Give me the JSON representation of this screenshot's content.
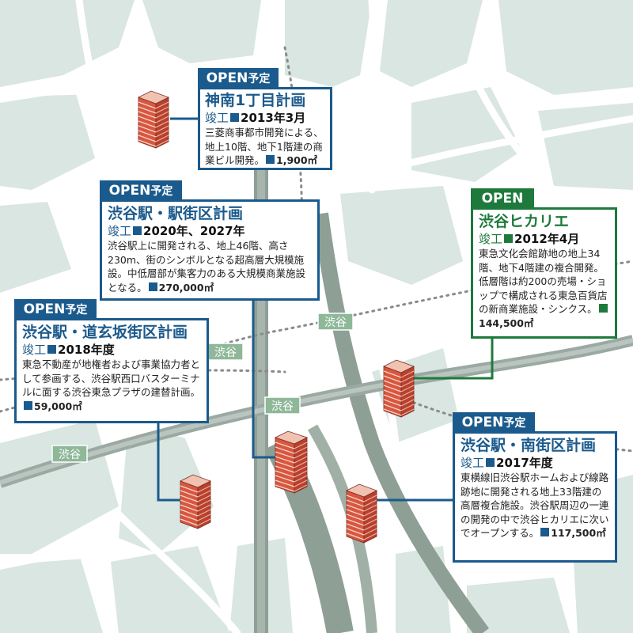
{
  "colors": {
    "background": "#ffffff",
    "road": "#d9e6e2",
    "rail": "#8e9f96",
    "dotted_line": "#8a8a8a",
    "blue_accent": "#1b5a8c",
    "green_accent": "#1e7a3c",
    "building_front": "#d9563f",
    "station_label_bg": "#8fb899"
  },
  "icons": {
    "building": "building-icon",
    "bullet": "square-bullet"
  },
  "station_labels": [
    "渋谷",
    "渋谷",
    "渋谷",
    "渋谷"
  ],
  "projects": [
    {
      "id": "jinnan",
      "status": "OPEN",
      "status_suffix": "予定",
      "name": "神南1丁目計画",
      "completion_label": "竣工",
      "completion_date": "2013年3月",
      "description": "三菱商事都市開発による、地上10階、地下1階建の商業ビル開発。",
      "floor_area": "1,900㎡",
      "color": "#1b5a8c"
    },
    {
      "id": "station-block",
      "status": "OPEN",
      "status_suffix": "予定",
      "name": "渋谷駅・駅街区計画",
      "completion_label": "竣工",
      "completion_date": "2020年、2027年",
      "description": "渋谷駅上に開発される、地上46階、高さ230m、街のシンボルとなる超高層大規模施設。中低層部が集客力のある大規模商業施設となる。",
      "floor_area": "270,000㎡",
      "color": "#1b5a8c"
    },
    {
      "id": "dogenzaka",
      "status": "OPEN",
      "status_suffix": "予定",
      "name": "渋谷駅・道玄坂街区計画",
      "completion_label": "竣工",
      "completion_date": "2018年度",
      "description": "東急不動産が地権者および事業協力者として参画する、渋谷駅西口バスターミナルに面する渋谷東急プラザの建替計画。",
      "floor_area": "59,000㎡",
      "color": "#1b5a8c"
    },
    {
      "id": "hikarie",
      "status": "OPEN",
      "status_suffix": "",
      "name": "渋谷ヒカリエ",
      "completion_label": "竣工",
      "completion_date": "2012年4月",
      "description": "東急文化会館跡地の地上34階、地下4階建の複合開発。低層階は約200の売場・ショップで構成される東急百貨店の新商業施設・シンクス。",
      "floor_area": "144,500㎡",
      "color": "#1e7a3c"
    },
    {
      "id": "south-block",
      "status": "OPEN",
      "status_suffix": "予定",
      "name": "渋谷駅・南街区計画",
      "completion_label": "竣工",
      "completion_date": "2017年度",
      "description": "東横線旧渋谷駅ホームおよび線路跡地に開発される地上33階建の高層複合施設。渋谷駅周辺の一連の開発の中で渋谷ヒカリエに次いでオープンする。",
      "floor_area": "117,500㎡",
      "color": "#1b5a8c"
    }
  ]
}
